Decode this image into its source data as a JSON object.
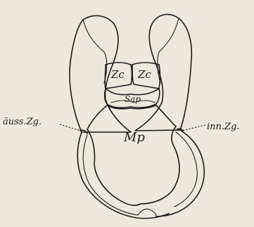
{
  "labels": {
    "zc_left": "Zc",
    "zc_right": "Zc",
    "sap": "Sap",
    "mp": "Mp",
    "auss_zg": "äuss.Zg.",
    "inn_zg": "inn.Zg."
  }
}
